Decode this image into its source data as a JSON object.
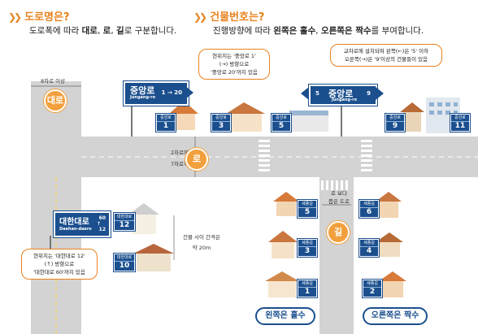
{
  "section_left": {
    "title": "도로명은?",
    "desc_parts": [
      "도로폭에 따라 ",
      "대로",
      ", ",
      "로",
      ", ",
      "길",
      "로 구분합니다."
    ]
  },
  "section_right": {
    "title": "건물번호는?",
    "desc_parts": [
      "진행방향에 따라 ",
      "왼쪽은 홀수",
      ", ",
      "오른쪽은 짝수",
      "를 부여합니다."
    ]
  },
  "width_labels": {
    "eight_lanes": "8차로 이상",
    "two_to_seven": [
      "2차로에서",
      "7차로까지"
    ],
    "less_than_ro": [
      "로 보다",
      "좁은 도로"
    ],
    "spacing": [
      "건물 사이 간격은",
      "약 20m"
    ]
  },
  "road_types": {
    "daero": "대로",
    "ro": "로",
    "gil": "길"
  },
  "signs": {
    "jungang_left": {
      "name": "중앙로",
      "roman": "Jungang-ro",
      "range": "1 → 20"
    },
    "jungang_center": {
      "name": "중앙로",
      "roman": "Jungang-ro",
      "left": "5",
      "right": "9"
    },
    "daehan": {
      "name": "대한대로",
      "roman": "Daehan-daero",
      "top": "60",
      "bottom": "12"
    }
  },
  "bubbles": {
    "top_left": [
      "현위치는 '중앙로 1'",
      "(→) 방향으로",
      "'중앙로 20'까지 있음"
    ],
    "top_right": [
      "교차로에 설치되며 왼쪽(←)은 '5' 이하",
      "오른쪽(→)은 '9'이상의 건물들이 있음"
    ],
    "bottom_left": [
      "현위치는 '대한대로 12'",
      "(↑) 방향으로",
      "'대한대로 60'까지 있음"
    ]
  },
  "plates": {
    "jungang": [
      {
        "road": "중앙로",
        "num": "1"
      },
      {
        "road": "중앙로",
        "num": "3"
      },
      {
        "road": "중앙로",
        "num": "5"
      },
      {
        "road": "중앙로",
        "num": "9"
      },
      {
        "road": "중앙로",
        "num": "11"
      }
    ],
    "daehan": [
      {
        "road": "대한대로",
        "num": "12"
      },
      {
        "road": "대한대로",
        "num": "10"
      }
    ],
    "saejong_left": [
      {
        "road": "세종길",
        "num": "5"
      },
      {
        "road": "세종길",
        "num": "3"
      },
      {
        "road": "세종길",
        "num": "1"
      }
    ],
    "saejong_right": [
      {
        "road": "세종길",
        "num": "6"
      },
      {
        "road": "세종길",
        "num": "4"
      },
      {
        "road": "세종길",
        "num": "2"
      }
    ]
  },
  "result_labels": {
    "left": "왼쪽은 홀수",
    "right": "오른쪽은 짝수"
  },
  "colors": {
    "road": "#cfcfcf",
    "sign": "#1b4f8e",
    "accent": "#e8821e",
    "circle": "#f2a03d"
  }
}
